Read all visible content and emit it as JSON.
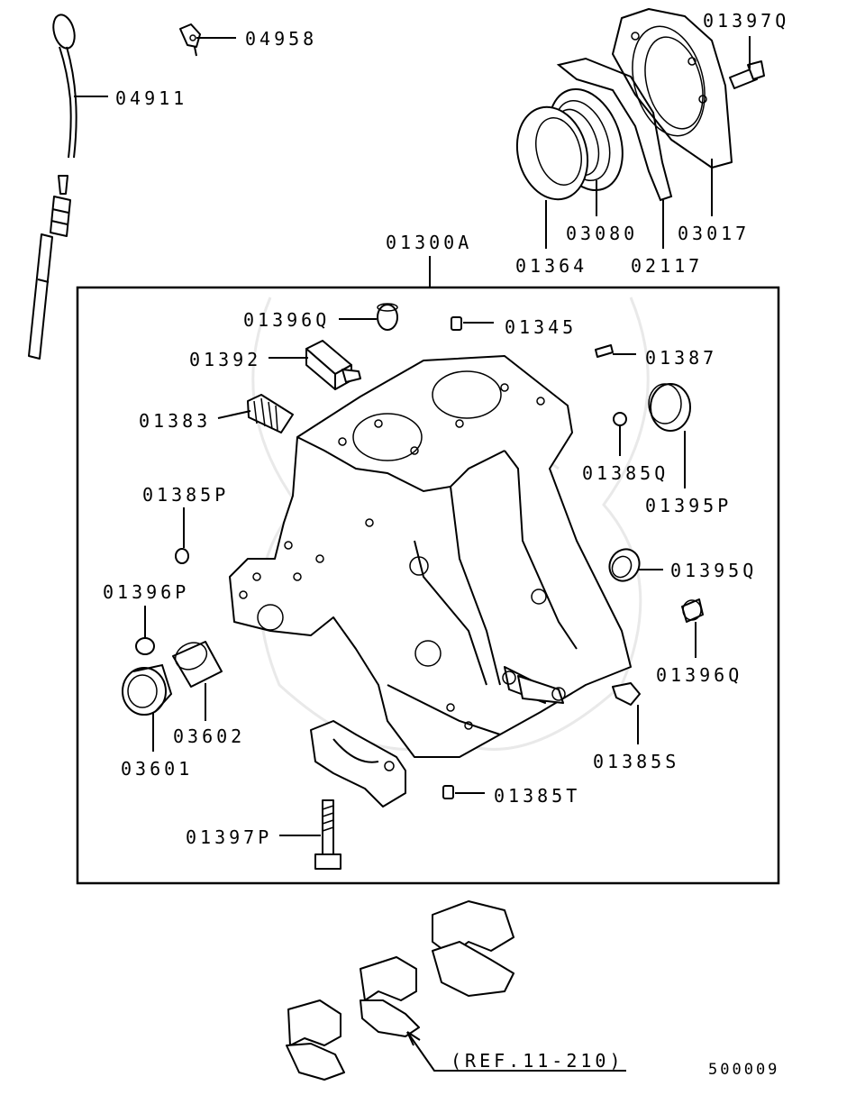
{
  "diagram": {
    "group_label": "01300A",
    "labels": {
      "p04958": "04958",
      "p04911": "04911",
      "p01397Q": "01397Q",
      "p03080": "03080",
      "p03017": "03017",
      "p01364": "01364",
      "p02117": "02117",
      "p01396Q_top": "01396Q",
      "p01345": "01345",
      "p01392": "01392",
      "p01387": "01387",
      "p01383": "01383",
      "p01385Q": "01385Q",
      "p01395P": "01395P",
      "p01385P": "01385P",
      "p01395Q": "01395Q",
      "p01396P": "01396P",
      "p01396Q_right": "01396Q",
      "p03602": "03602",
      "p03601": "03601",
      "p01385S": "01385S",
      "p01385T": "01385T",
      "p01397P": "01397P"
    },
    "reference": "(REF.11-210)",
    "diagram_code": "500009"
  }
}
